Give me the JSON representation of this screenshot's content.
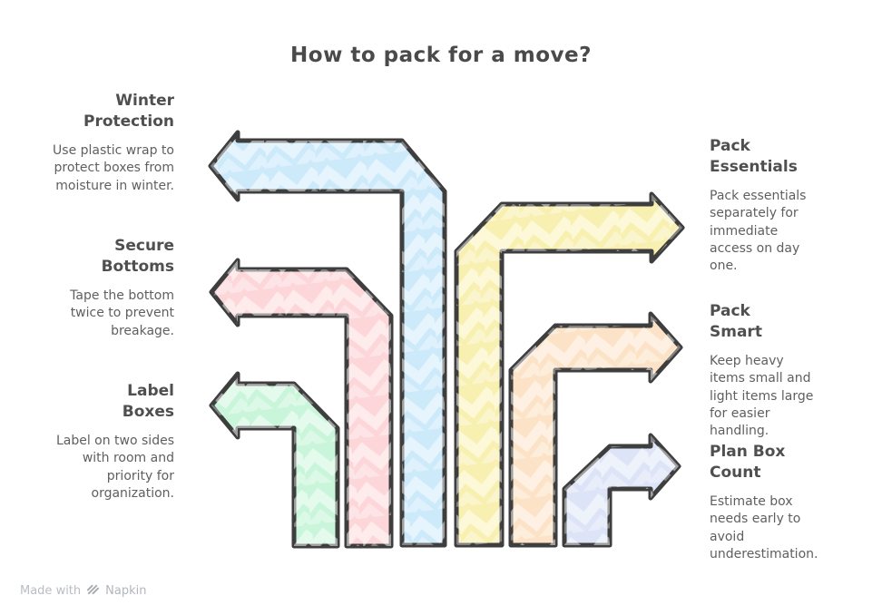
{
  "title": "How to pack for a move?",
  "sections": {
    "left": [
      {
        "heading": "Winter Protection",
        "body": "Use plastic wrap to protect boxes from moisture in winter."
      },
      {
        "heading": "Secure Bottoms",
        "body": "Tape the bottom twice to prevent breakage."
      },
      {
        "heading": "Label Boxes",
        "body": "Label on two sides with room and priority for organization."
      }
    ],
    "right": [
      {
        "heading": "Pack Essentials",
        "body": "Pack essentials separately for immediate access on day one."
      },
      {
        "heading": "Pack Smart",
        "body": "Keep heavy items small and light items large for easier handling."
      },
      {
        "heading": "Plan Box Count",
        "body": "Estimate box needs early to avoid underestimation."
      }
    ]
  },
  "arrows": [
    {
      "name": "winter-protection",
      "direction": "left",
      "color": "#cdeafa"
    },
    {
      "name": "secure-bottoms",
      "direction": "left",
      "color": "#fcd6d8"
    },
    {
      "name": "label-boxes",
      "direction": "left",
      "color": "#c9f5da"
    },
    {
      "name": "pack-essentials",
      "direction": "right",
      "color": "#f8f0b0"
    },
    {
      "name": "pack-smart",
      "direction": "right",
      "color": "#fce3c8"
    },
    {
      "name": "plan-box-count",
      "direction": "right",
      "color": "#dde4f7"
    }
  ],
  "colors": {
    "outline": "#3e3e3e",
    "title": "#4a4a4a",
    "heading": "#4f4f4f",
    "body": "#5f5f5f",
    "footer": "#b9bdc3"
  },
  "footer": {
    "prefix": "Made with",
    "brand": "Napkin"
  }
}
